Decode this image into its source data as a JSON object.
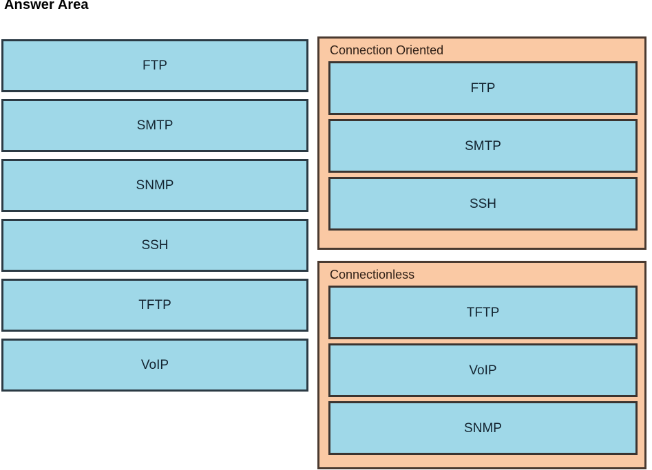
{
  "page": {
    "title": "Answer Area",
    "colors": {
      "item_fill": "#9FD8E8",
      "item_border": "#2b3a44",
      "panel_fill": "#FAC9A4",
      "panel_border": "#4a3a30",
      "background": "#FFFFFF",
      "text": "#13232F"
    }
  },
  "source_list": {
    "name": "draggable-protocol-options",
    "items": [
      {
        "label": "FTP"
      },
      {
        "label": "SMTP"
      },
      {
        "label": "SNMP"
      },
      {
        "label": "SSH"
      },
      {
        "label": "TFTP"
      },
      {
        "label": "VoIP"
      }
    ]
  },
  "targets": [
    {
      "heading": "Connection Oriented",
      "items": [
        {
          "label": "FTP"
        },
        {
          "label": "SMTP"
        },
        {
          "label": "SSH"
        }
      ]
    },
    {
      "heading": "Connectionless",
      "items": [
        {
          "label": "TFTP"
        },
        {
          "label": "VoIP"
        },
        {
          "label": "SNMP"
        }
      ]
    }
  ]
}
